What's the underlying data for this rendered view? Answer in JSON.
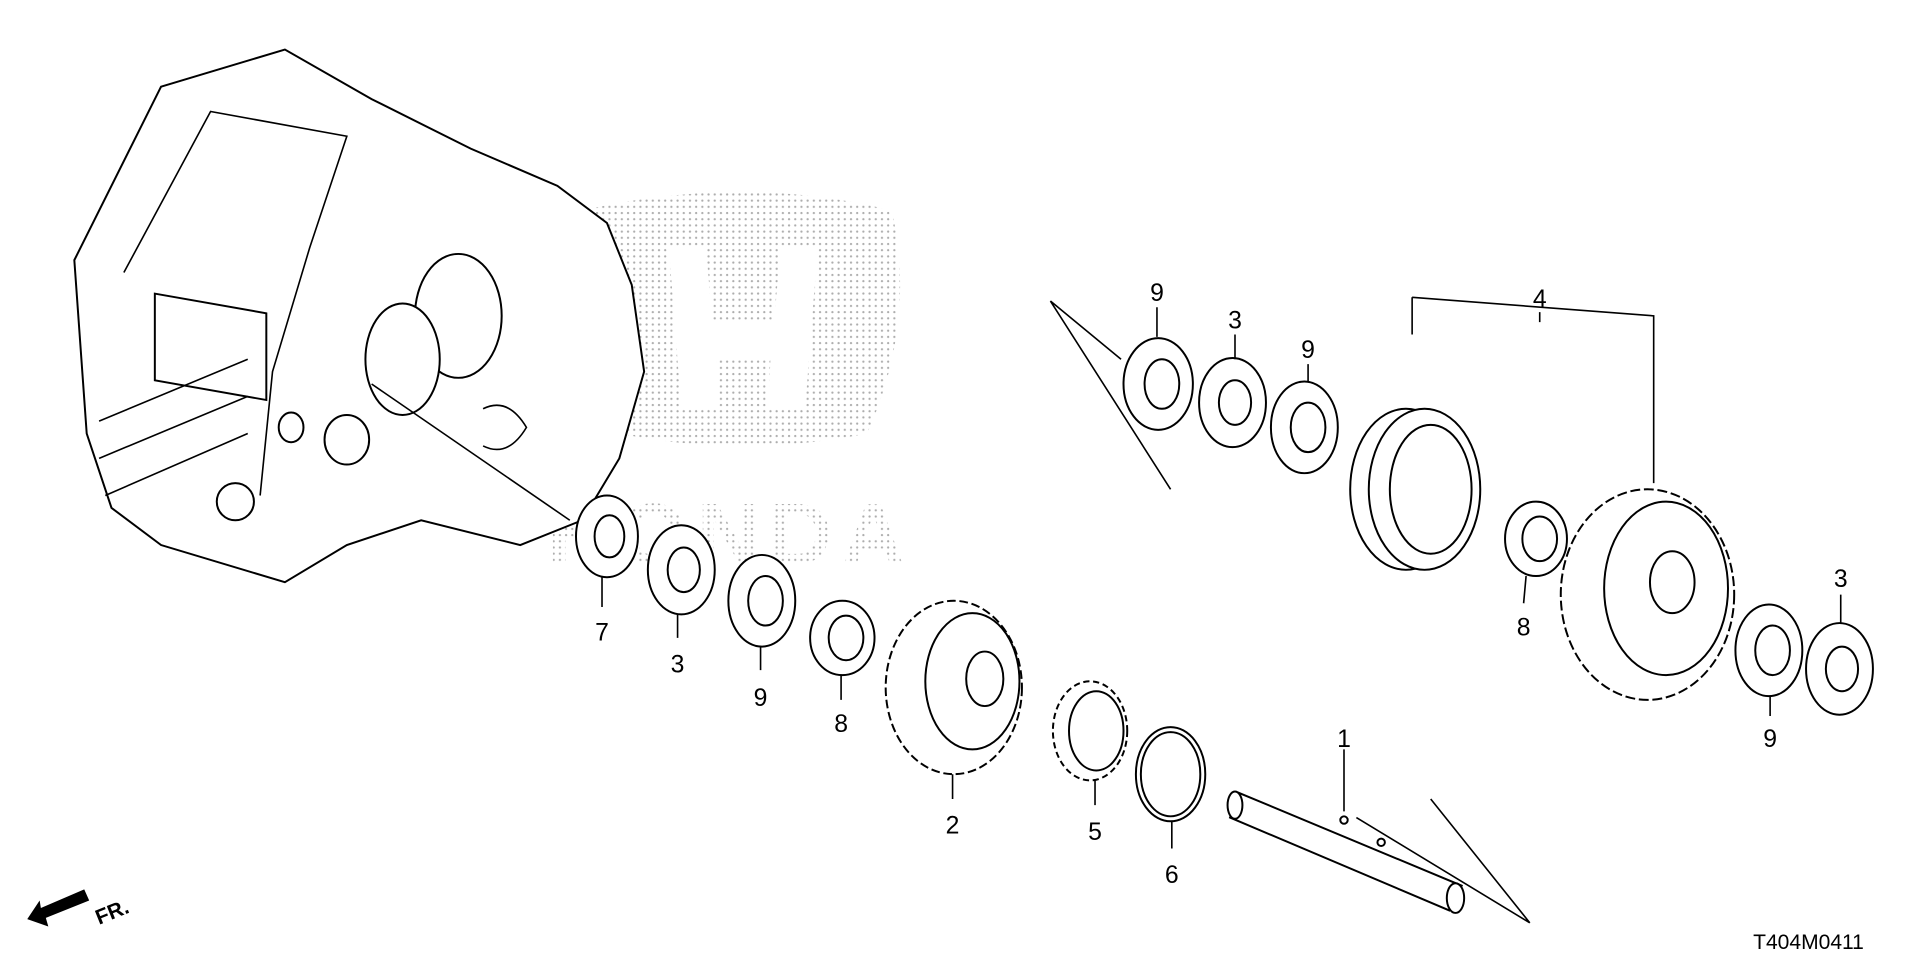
{
  "diagram_code": "T404M0411",
  "direction_label": "FR.",
  "watermark": "HONDA",
  "callouts": [
    {
      "part_no": "1"
    },
    {
      "part_no": "2"
    },
    {
      "part_no": "3"
    },
    {
      "part_no": "3"
    },
    {
      "part_no": "3"
    },
    {
      "part_no": "4"
    },
    {
      "part_no": "5"
    },
    {
      "part_no": "6"
    },
    {
      "part_no": "7"
    },
    {
      "part_no": "8"
    },
    {
      "part_no": "8"
    },
    {
      "part_no": "9"
    },
    {
      "part_no": "9"
    },
    {
      "part_no": "9"
    },
    {
      "part_no": "9"
    }
  ]
}
